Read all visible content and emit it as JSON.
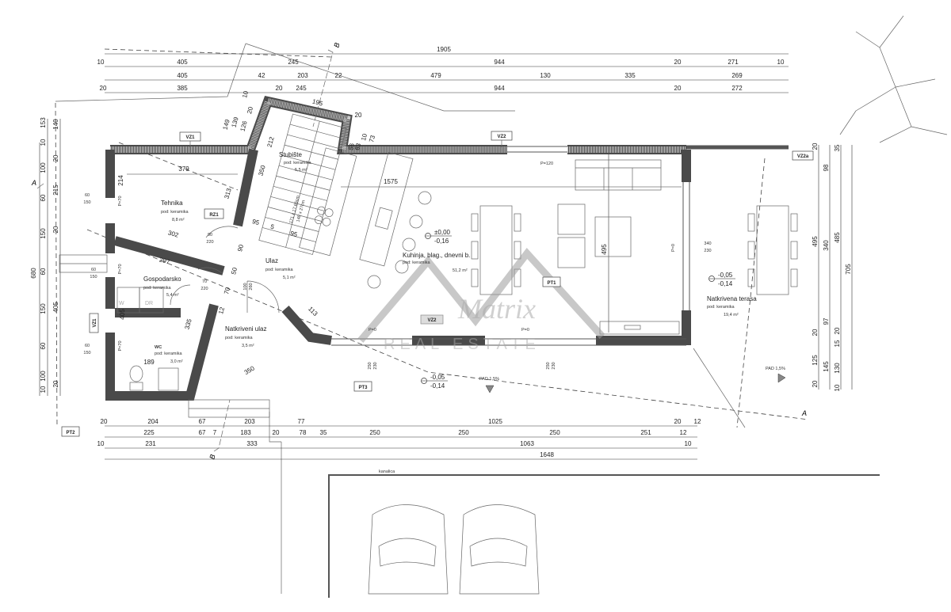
{
  "dims": {
    "top": [
      [
        "1905"
      ],
      [
        "10",
        "405",
        "245",
        "944",
        "20",
        "271",
        "10"
      ],
      [
        "405",
        "42",
        "203",
        "22",
        "479",
        "130",
        "335",
        "269"
      ],
      [
        "20",
        "385",
        "20",
        "245",
        "944",
        "20",
        "272"
      ]
    ],
    "bottom": [
      [
        "20",
        "204",
        "67",
        "203",
        "77",
        "1025",
        "20",
        "12"
      ],
      [
        "225",
        "67",
        "7",
        "183",
        "20",
        "78",
        "35",
        "250",
        "250",
        "250",
        "251",
        "12"
      ],
      [
        "10",
        "231",
        "333",
        "1063",
        "10"
      ],
      [
        "1648"
      ]
    ],
    "left": [
      [
        "153",
        "10",
        "100",
        "60",
        "150",
        "60",
        "150",
        "60",
        "100",
        "10"
      ],
      [
        "140",
        "20",
        "215",
        "20",
        "405",
        "20"
      ],
      [
        "680"
      ]
    ],
    "right": [
      [
        "20",
        "495",
        "20",
        "125",
        "20"
      ],
      [
        "98",
        "340",
        "97",
        "145"
      ],
      [
        "35",
        "485",
        "20",
        "15",
        "130",
        "10"
      ],
      [
        "705"
      ]
    ],
    "interior": [
      "379",
      "214",
      "313",
      "302",
      "297",
      "405",
      "335",
      "189",
      "350",
      "95",
      "5",
      "95",
      "90",
      "50",
      "70",
      "12",
      "113",
      "350",
      "1575",
      "495",
      "149",
      "139",
      "126",
      "20",
      "10",
      "195",
      "20",
      "56",
      "63",
      "10",
      "73",
      "212"
    ]
  },
  "notes": [
    "60",
    "150",
    "60",
    "150",
    "60",
    "150",
    "P=70",
    "P=70",
    "P=70",
    "P=120",
    "P=0",
    "P=0",
    "P=0",
    "340",
    "230",
    "250",
    "230",
    "250",
    "230",
    "90",
    "220",
    "70",
    "220",
    "100",
    "260",
    "171 x 17,65cm",
    "148 x 27cm"
  ],
  "rooms": [
    {
      "name": "Tehnika",
      "floor": "pod: keramika",
      "area": "8,8 m²"
    },
    {
      "name": "Stubište",
      "floor": "pod: keramika",
      "area": "5,5 m²"
    },
    {
      "name": "Gospodarsko",
      "floor": "pod: keramika",
      "area": "5,4 m²"
    },
    {
      "name": "WC",
      "floor": "pod: keramika",
      "area": "3,0 m²"
    },
    {
      "name": "Ulaz",
      "floor": "pod: keramika",
      "area": "5,1 m²"
    },
    {
      "name": "Natkriveni ulaz",
      "floor": "pod: keramika",
      "area": "3,5 m²"
    },
    {
      "name": "Kuhinja, blag., dnevni b.",
      "floor": "pod: keramika",
      "area": "51,2 m²"
    },
    {
      "name": "Natkrivena terasa",
      "floor": "pod: keramika",
      "area": "19,4 m²"
    }
  ],
  "tags": [
    "VZ1",
    "VZ2",
    "VZ2a",
    "RZ1",
    "VZ1",
    "PT1",
    "PT2",
    "PT3",
    "VZ2"
  ],
  "levels": [
    {
      "top": "±0,00",
      "bottom": "-0,16"
    },
    {
      "top": "-0,05",
      "bottom": "-0,14"
    },
    {
      "top": "-0,05",
      "bottom": "-0,14"
    }
  ],
  "slopes": [
    "PAD 1,5%",
    "PAD 1,5%"
  ],
  "sections": [
    "A",
    "A",
    "B",
    "B"
  ],
  "fixtures": [
    "W",
    "DR"
  ],
  "kanalica": "kanalica",
  "watermark": {
    "brand": "Matrix",
    "sub": "REAL ESTATE"
  }
}
